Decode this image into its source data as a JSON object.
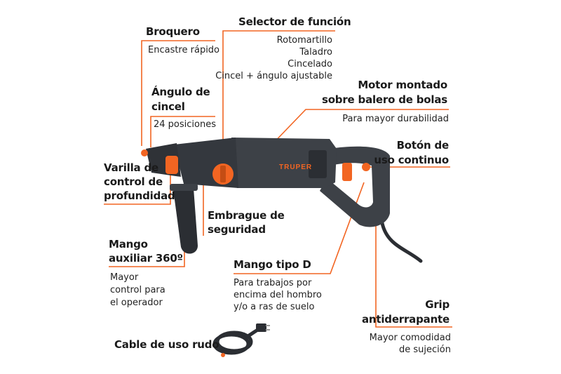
{
  "brand": "TRUPER",
  "colors": {
    "accent": "#f26522",
    "tool_body": "#3d4147",
    "tool_dark": "#2b2e33",
    "text": "#1a1a1a"
  },
  "callouts": {
    "broquero": {
      "title": "Broquero",
      "desc": "Encastre rápido"
    },
    "angulo": {
      "title_1": "Ángulo de",
      "title_2": "cincel",
      "desc": "24 posiciones"
    },
    "selector": {
      "title": "Selector de función",
      "items": [
        "Rotomartillo",
        "Taladro",
        "Cincelado",
        "Cincel + ángulo ajustable"
      ]
    },
    "motor": {
      "title_1": "Motor montado",
      "title_2": "sobre balero de bolas",
      "desc": "Para mayor durabilidad"
    },
    "boton": {
      "title_1": "Botón de",
      "title_2": "uso continuo"
    },
    "varilla": {
      "title_1": "Varilla de",
      "title_2": "control de",
      "title_3": "profundidad"
    },
    "embrague": {
      "title_1": "Embrague de",
      "title_2": "seguridad"
    },
    "mango_aux": {
      "title_1": "Mango",
      "title_2": "auxiliar 360º",
      "desc_1": "Mayor",
      "desc_2": "control para",
      "desc_3": "el operador"
    },
    "mango_d": {
      "title": "Mango tipo D",
      "desc_1": "Para trabajos por",
      "desc_2": "encima del hombro",
      "desc_3": "y/o a ras de suelo"
    },
    "grip": {
      "title_1": "Grip",
      "title_2": "antiderrapante",
      "desc_1": "Mayor comodidad",
      "desc_2": "de sujeción"
    },
    "cable": {
      "title": "Cable de uso rudo"
    }
  }
}
